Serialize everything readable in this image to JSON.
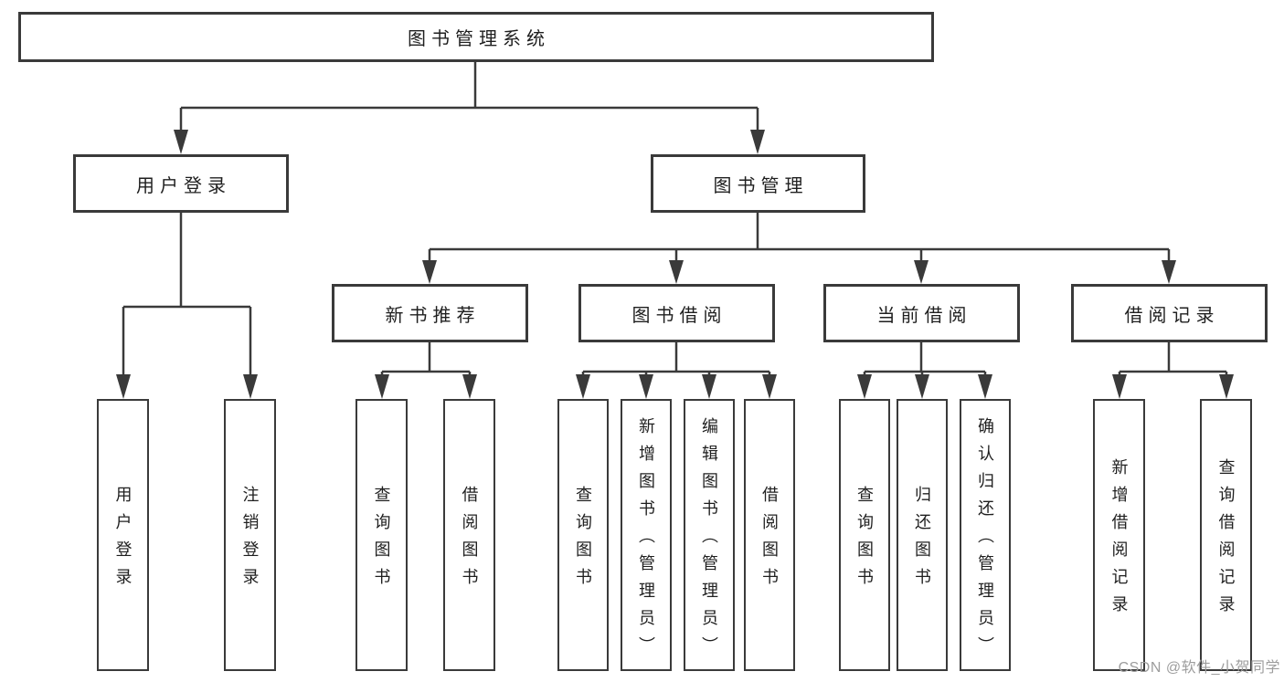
{
  "diagram": {
    "root": "图书管理系统",
    "level2": {
      "user_login": "用户登录",
      "book_management": "图书管理"
    },
    "level3": {
      "new_book_recommend": "新书推荐",
      "book_borrowing": "图书借阅",
      "current_borrowing": "当前借阅",
      "borrowing_records": "借阅记录"
    },
    "leaves": {
      "user_login": "用户登录",
      "logout": "注销登录",
      "recommend_query_books": "查询图书",
      "recommend_borrow_books": "借阅图书",
      "borrowing_query_books": "查询图书",
      "borrowing_add_books_admin": "新增图书（管理员）",
      "borrowing_edit_books_admin": "编辑图书（管理员）",
      "borrowing_borrow_books": "借阅图书",
      "current_query_books": "查询图书",
      "current_return_books": "归还图书",
      "current_confirm_return_admin": "确认归还（管理员）",
      "records_add_borrow_record": "新增借阅记录",
      "records_query_borrow_record": "查询借阅记录"
    }
  },
  "watermark": {
    "text": "CSDN @软件_小贺同学"
  },
  "colors": {
    "line": "#3a3a3a",
    "text": "#1f1f1f",
    "watermark": "#9d9d9d",
    "background": "#ffffff"
  }
}
